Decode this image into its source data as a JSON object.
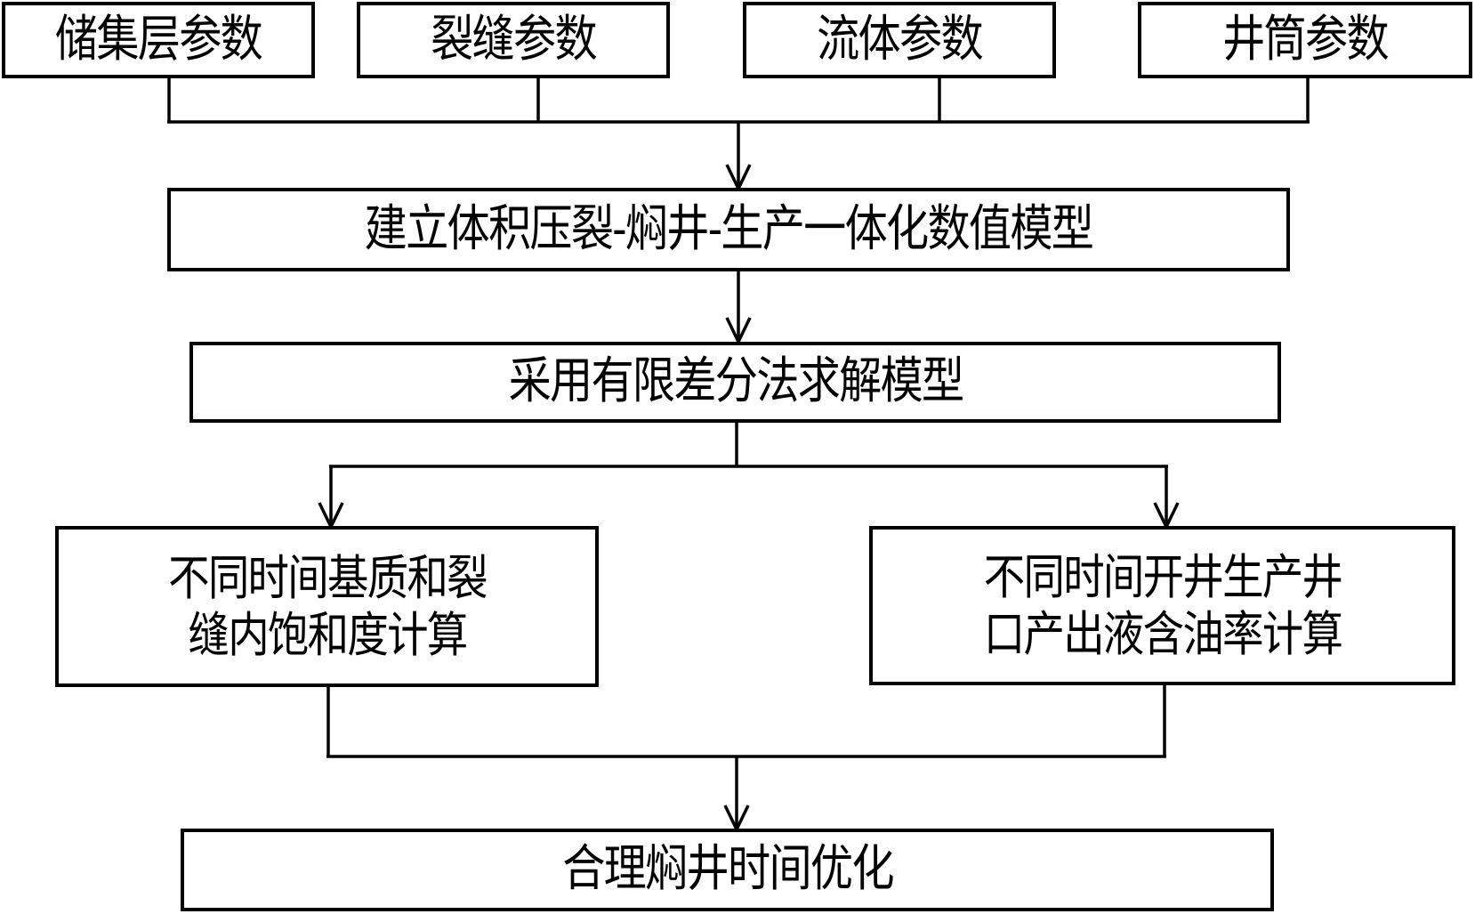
{
  "diagram": {
    "type": "flowchart",
    "inputs": [
      {
        "id": "reservoir",
        "label": "储集层参数"
      },
      {
        "id": "fracture",
        "label": "裂缝参数"
      },
      {
        "id": "fluid",
        "label": "流体参数"
      },
      {
        "id": "wellbore",
        "label": "井筒参数"
      }
    ],
    "steps": {
      "build_model": {
        "label": "建立体积压裂-焖井-生产一体化数值模型"
      },
      "solve_model": {
        "label": "采用有限差分法求解模型"
      },
      "saturation_calc": {
        "label": "不同时间基质和裂\n缝内饱和度计算"
      },
      "oil_cut_calc": {
        "label": "不同时间开井生产井\n口产出液含油率计算"
      },
      "optimize": {
        "label": "合理焖井时间优化"
      }
    },
    "edges": [
      {
        "from": [
          "reservoir",
          "fracture",
          "fluid",
          "wellbore"
        ],
        "to": "build_model",
        "style": "merge-arrow"
      },
      {
        "from": "build_model",
        "to": "solve_model",
        "style": "arrow"
      },
      {
        "from": "solve_model",
        "to": [
          "saturation_calc",
          "oil_cut_calc"
        ],
        "style": "split-arrow"
      },
      {
        "from": [
          "saturation_calc",
          "oil_cut_calc"
        ],
        "to": "optimize",
        "style": "merge-arrow"
      }
    ]
  }
}
